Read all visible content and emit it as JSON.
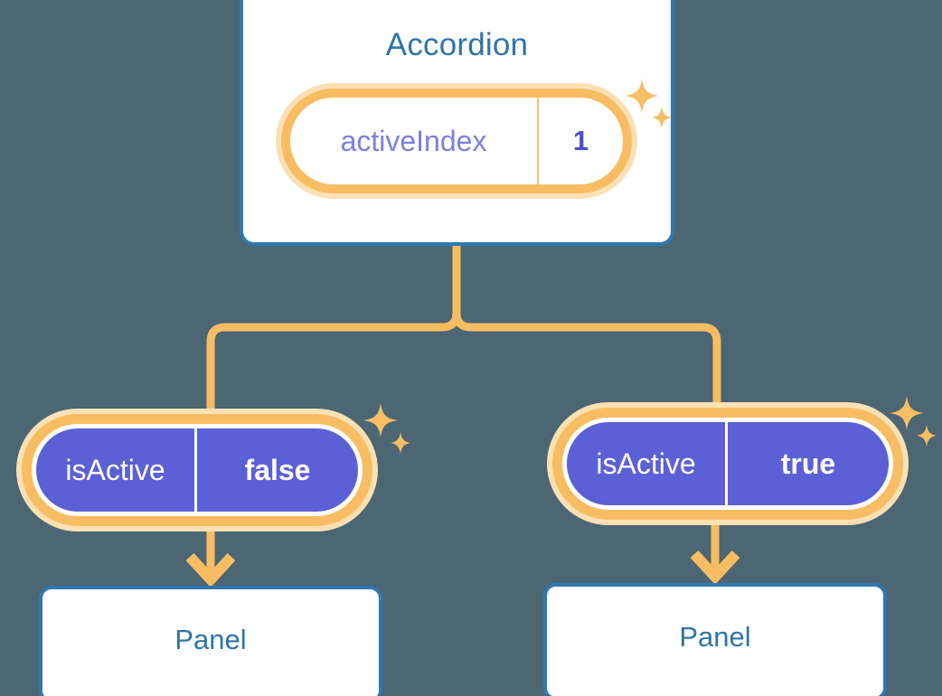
{
  "diagram": {
    "background_color": "#4c6673",
    "accent_orange": "#f8bd62",
    "accent_orange_light": "#fbe0b4",
    "accent_blue": "#2f78b0",
    "accent_purple": "#5c60d6",
    "root": {
      "title": "Accordion",
      "state_pill": {
        "key": "activeIndex",
        "value": "1"
      }
    },
    "children": [
      {
        "state_pill": {
          "key": "isActive",
          "value": "false"
        },
        "panel": {
          "title": "Panel"
        }
      },
      {
        "state_pill": {
          "key": "isActive",
          "value": "true"
        },
        "panel": {
          "title": "Panel"
        }
      }
    ],
    "icons": {
      "sparkle_large": "sparkle-four-point-icon",
      "sparkle_small": "sparkle-four-point-small-icon",
      "arrow": "arrow-down-icon",
      "connector": "tree-connector"
    }
  }
}
